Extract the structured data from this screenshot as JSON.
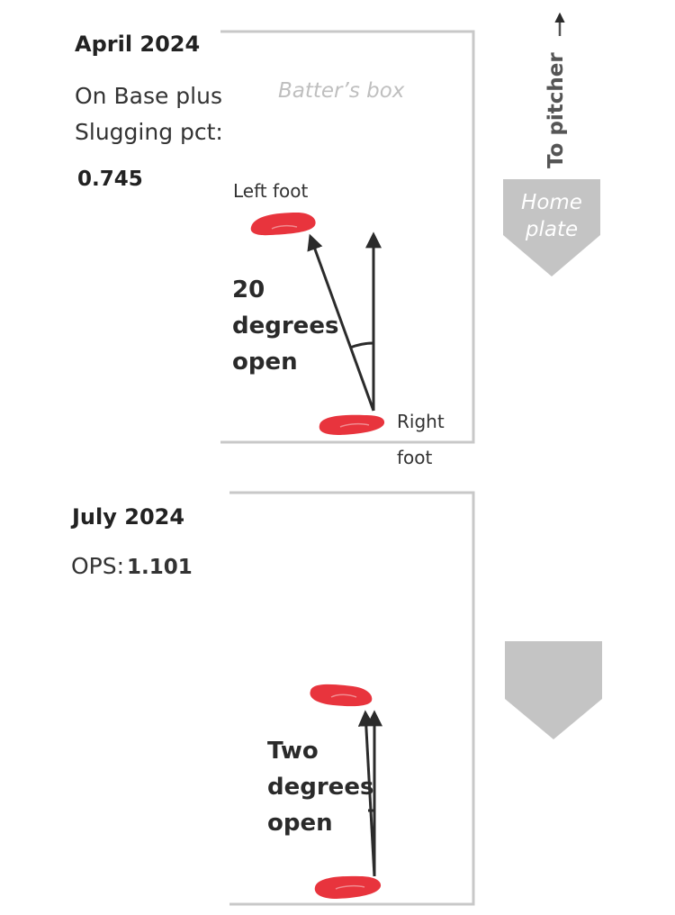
{
  "panels": [
    {
      "title": "April 2024",
      "stat_label_line1": "On Base plus",
      "stat_label_line2": "Slugging pct:",
      "stat_value": "0.745",
      "box_label": "Batter’s box",
      "left_foot_label": "Left foot",
      "right_foot_label_line1": "Right",
      "right_foot_label_line2": "foot",
      "angle_label_lines": [
        "20",
        "degrees",
        "open"
      ],
      "stance_angle_degrees": 20
    },
    {
      "title": "July 2024",
      "stat_label": "OPS:",
      "stat_value": "1.101",
      "angle_label_lines": [
        "Two",
        "degrees",
        "open"
      ],
      "stance_angle_degrees": 2
    }
  ],
  "direction_label": "To pitcher",
  "home_plate_label_line1": "Home",
  "home_plate_label_line2": "plate",
  "colors": {
    "foot": "#e8343d",
    "box_border": "#c8c8c8",
    "plate": "#c4c4c4",
    "arrow": "#2b2b2b"
  }
}
